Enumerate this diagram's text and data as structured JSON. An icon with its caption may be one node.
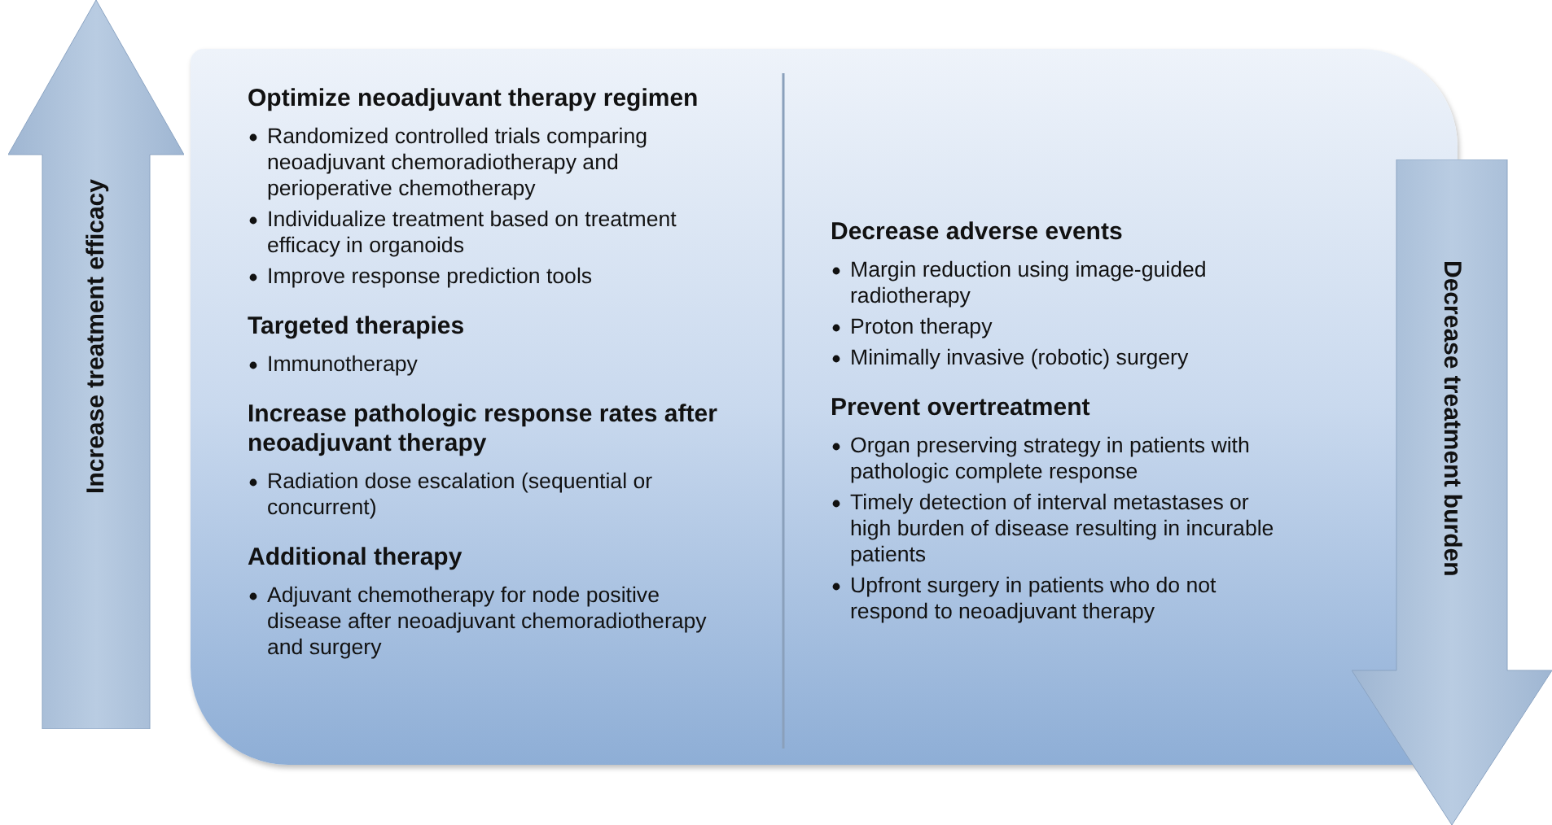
{
  "diagram": {
    "nodes": [
      {
        "text": [
          "Optimize neoadjuvant therapy regimen",
          "Randomized controlled trials comparing neoadjuvant chemoradiotherapy and perioperative chemotherapy",
          "Individualize treatment based on treatment efficacy in organoids",
          "Improve response prediction tools",
          "Targeted therapies",
          "Immunotherapy",
          "Increase pathologic response rates after neoadjuvant therapy",
          "Radiation dose escalation (sequential or concurrent)",
          "Additional therapy",
          "Adjuvant chemotherapy for node positive disease after neoadjuvant chemoradiotherapy and surgery",
          "Decrease adverse events",
          "Margin reduction using image-guided radiotherapy",
          "Proton therapy",
          "Minimally invasive (robotic) surgery",
          "Prevent overtreatment",
          "Organ preserving strategy in patients with pathologic complete response",
          "Timely detection of interval metastases or high burden of disease resulting in incurable patients",
          "Upfront surgery in patients who do not respond to neoadjuvant therapy"
        ]
      },
      {
        "text": [
          "Increase treatment efficacy"
        ]
      },
      {
        "text": [
          "Decrease treatment burden"
        ]
      }
    ],
    "edges": []
  }
}
